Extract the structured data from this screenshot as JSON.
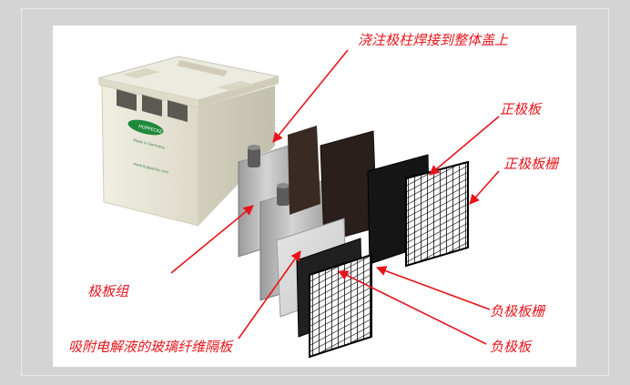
{
  "colors": {
    "annotation": "#e8141b",
    "background": "#d4d4d4",
    "panel": "#ffffff",
    "battery_case": "#e9e7d8",
    "plate_dark": "#2a1f1a",
    "grid": "#111111"
  },
  "annotations": {
    "pour_post": "浇注极柱焊接到整体盖上",
    "positive_plate": "正极板",
    "positive_grid": "正极板栅",
    "plate_group": "极板组",
    "negative_grid": "负极板栅",
    "separator": "吸附电解液的玻璃纤维隔板",
    "negative_plate": "负极板"
  },
  "battery": {
    "brand": "HOPPECKE",
    "tagline": "Made in Germany",
    "website": "www.hoppecke.com"
  }
}
